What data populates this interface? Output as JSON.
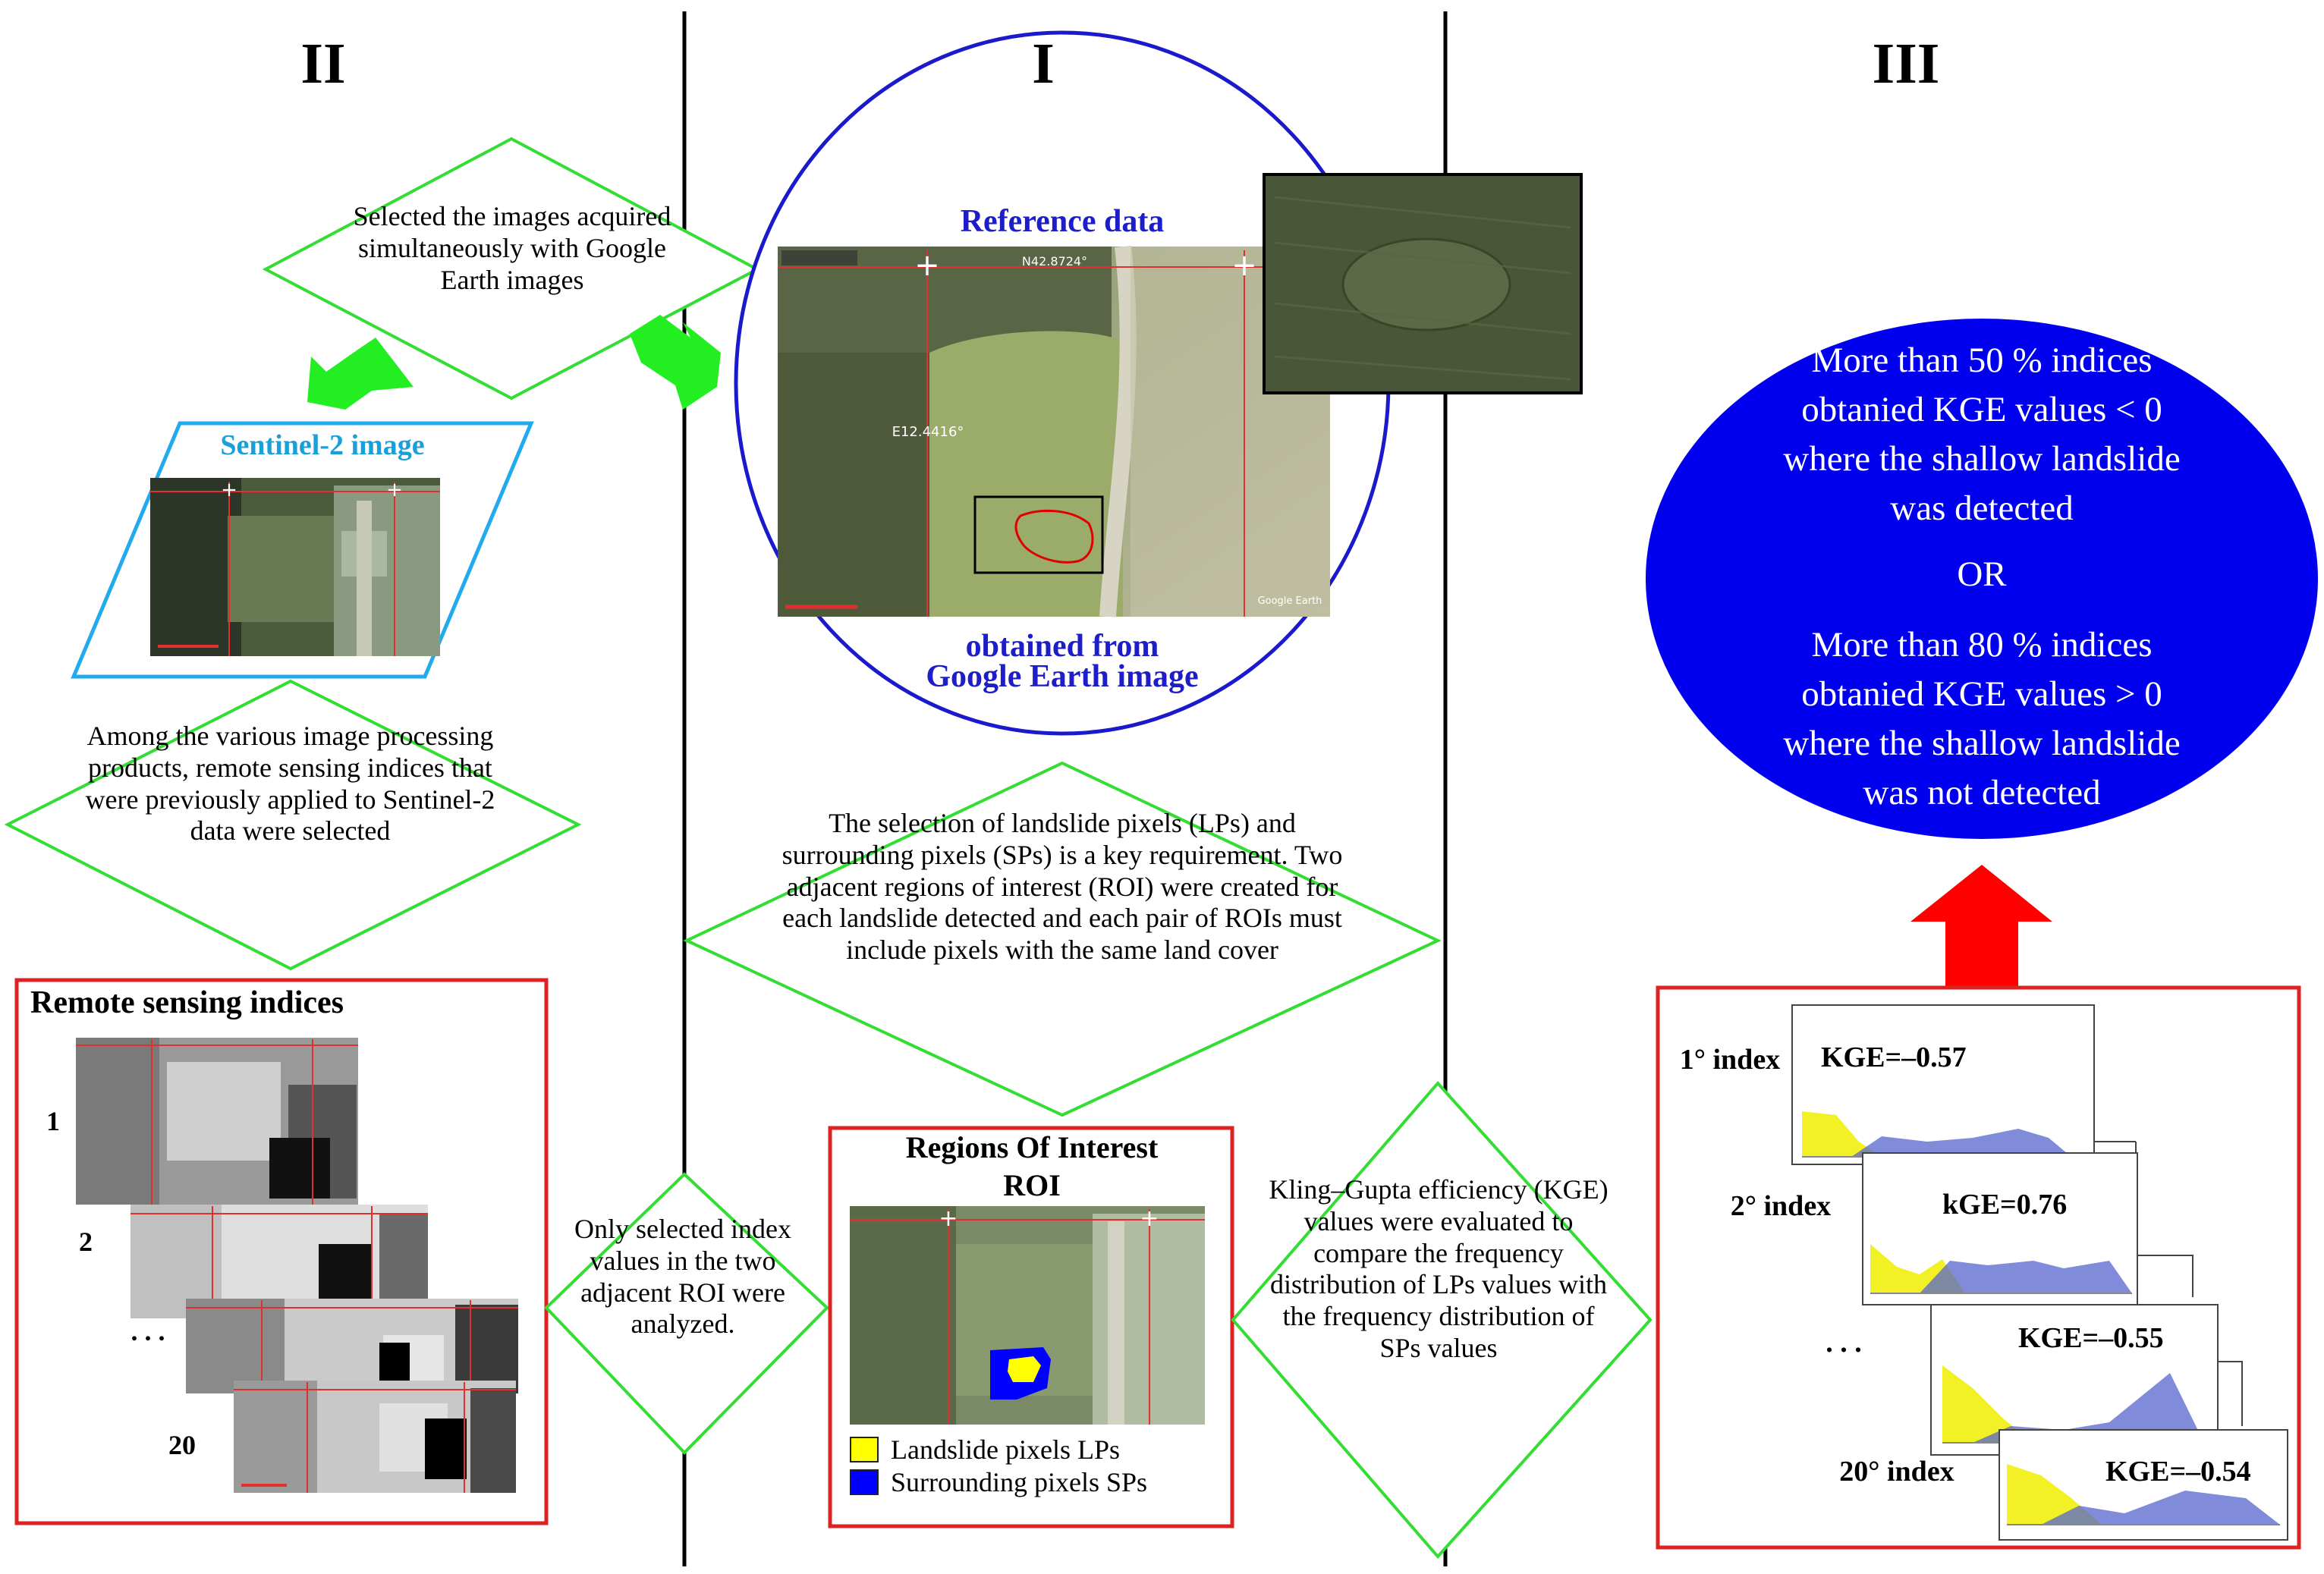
{
  "headers": {
    "col1": "II",
    "col2": "I",
    "col3": "III"
  },
  "col2": {
    "reference_top": "Reference data",
    "reference_bottom_line1": "obtained from",
    "reference_bottom_line2": "Google Earth image",
    "map_lat_label": "N42.8724°",
    "map_lon_label": "E12.4416°",
    "map_watermark": "Google Earth",
    "selection_text": "The selection of landslide pixels (LPs) and surrounding pixels (SPs) is a key requirement. Two adjacent regions of interest (ROI) were created for each landslide detected and each pair of ROIs must include pixels with the same land cover",
    "roi_title_line1": "Regions Of Interest",
    "roi_title_line2": "ROI",
    "legend": [
      {
        "label": "Landslide pixels LPs",
        "color": "#ffff00"
      },
      {
        "label": "Surrounding pixels SPs",
        "color": "#0000ff"
      }
    ]
  },
  "col1": {
    "selected_images_text": "Selected the images acquired simultaneously with Google Earth images",
    "sentinel_title": "Sentinel-2 image",
    "among_text": "Among the various image processing products, remote sensing indices that were previously applied to Sentinel-2 data were selected",
    "indices_title": "Remote sensing indices",
    "index_labels": [
      "1",
      "2",
      ". . .",
      "20"
    ],
    "only_selected_text": "Only selected index values in the two adjacent ROI were analyzed."
  },
  "col3": {
    "kge_text": "Kling–Gupta efficiency (KGE) values were evaluated to compare the frequency distribution of LPs values with the frequency distribution of SPs values",
    "circle_line1": "More than 50 % indices",
    "circle_line2": "obtanied KGE values < 0",
    "circle_line3": "where the shallow landslide",
    "circle_line4": "was detected",
    "circle_or": "OR",
    "circle_line5": "More than 80 % indices",
    "circle_line6": "obtanied KGE values > 0",
    "circle_line7": "where the shallow landslide",
    "circle_line8": "was not detected",
    "indices": [
      {
        "label": "1° index",
        "kge": "KGE=–0.57"
      },
      {
        "label": "2° index",
        "kge": "kGE=0.76"
      },
      {
        "label": ". . .",
        "kge": "KGE=–0.55"
      },
      {
        "label": "20° index",
        "kge": "KGE=–0.54"
      }
    ]
  },
  "colors": {
    "divider": "#000000",
    "diamond": "#33dd33",
    "arrow_green": "#22ee22",
    "sentinel_border": "#22aaee",
    "sentinel_title": "#1aa0d8",
    "red_box": "#dd2222",
    "reference_circle": "#1a1acc",
    "result_circle": "#0000ee",
    "red_arrow": "#ff0000"
  }
}
